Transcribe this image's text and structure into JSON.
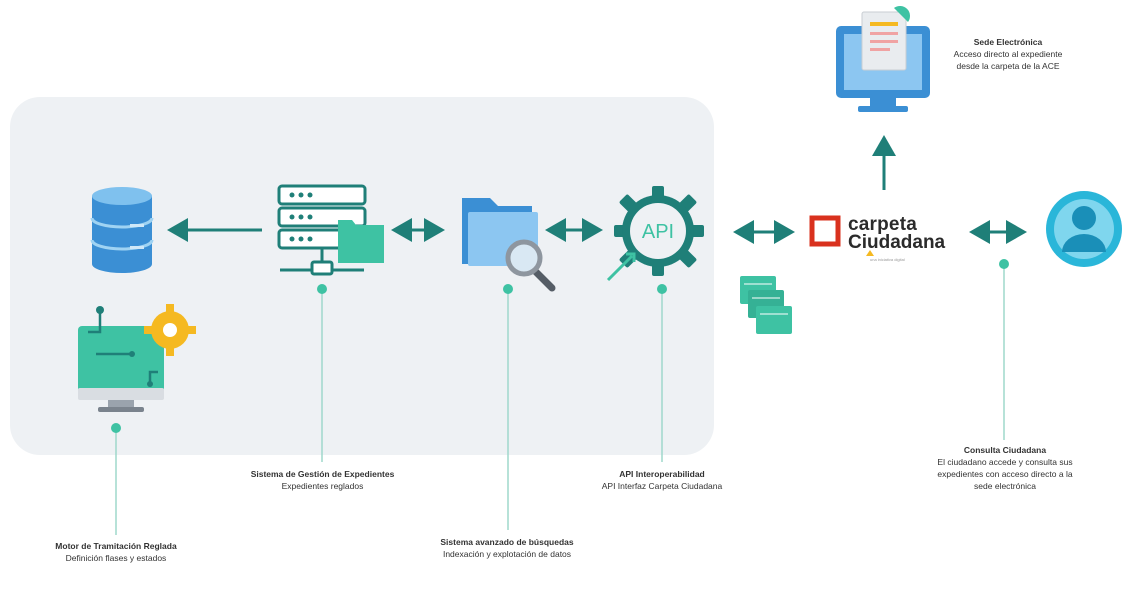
{
  "colors": {
    "accent": "#1f7f78",
    "teal_light": "#3ec2a3",
    "panel": "#eef1f4",
    "blue": "#3b8fd4",
    "gear": "#f5b921",
    "brand_red": "#d9311e"
  },
  "api_icon_text": "API",
  "brand": {
    "line1": "carpeta",
    "line2": "Ciudadana",
    "tagline": "una iniciativa digital"
  },
  "labels": {
    "motor": {
      "title": "Motor de Tramitación Reglada",
      "desc": "Definición flases y estados"
    },
    "gestion": {
      "title": "Sistema de Gestión de Expedientes",
      "desc": "Expedientes reglados"
    },
    "busqueda": {
      "title": "Sistema avanzado de búsquedas",
      "desc": "Indexación y explotación de datos"
    },
    "api": {
      "title": "API Interoperabilidad",
      "desc": "API Interfaz Carpeta Ciudadana"
    },
    "sede": {
      "title": "Sede Electrónica",
      "desc": "Acceso directo al expediente desde la carpeta de la ACE"
    },
    "consulta": {
      "title": "Consulta Ciudadana",
      "desc": "El ciudadano accede y consulta sus expedientes con acceso directo a la sede electrónica"
    }
  }
}
